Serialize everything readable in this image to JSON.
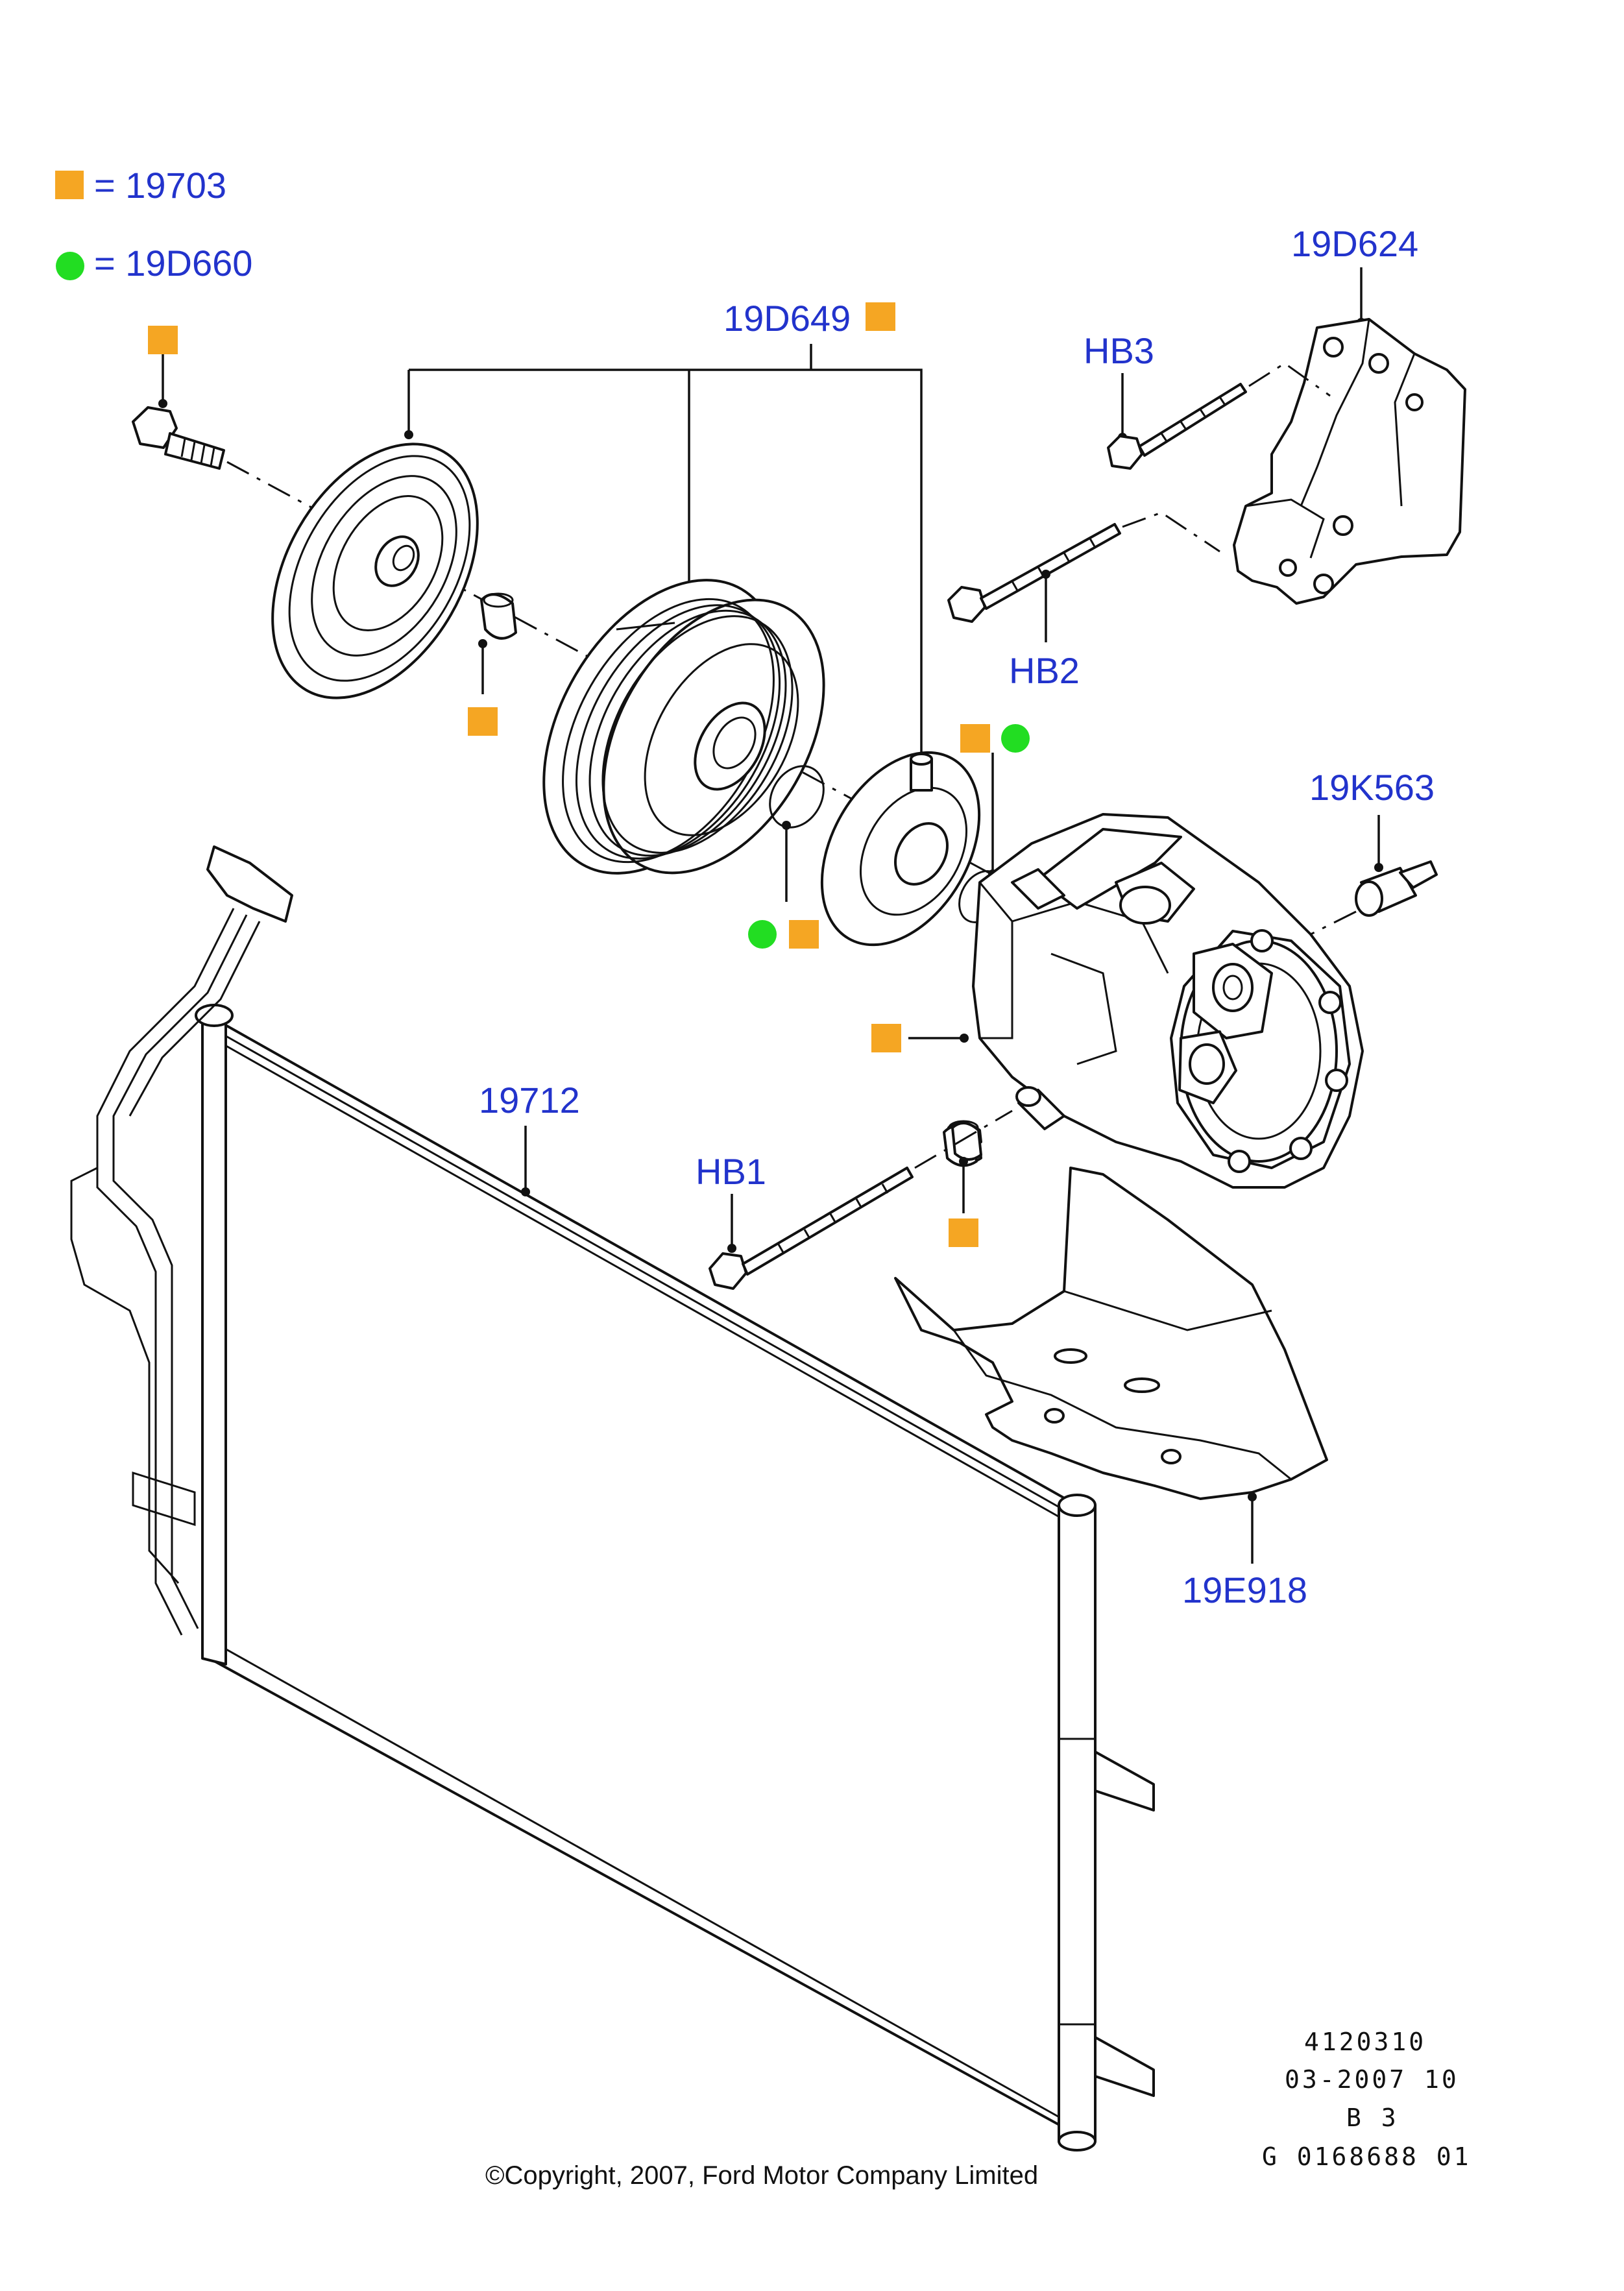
{
  "colors": {
    "label_text": "#2233cc",
    "square_marker": "#f5a623",
    "circle_marker": "#22dd22",
    "line_art": "#111111"
  },
  "legend": {
    "items": [
      {
        "marker": "orange-square",
        "text": "= 19703"
      },
      {
        "marker": "green-circle",
        "text": "= 19D660"
      }
    ]
  },
  "callouts": {
    "pulley_hub": "19D649",
    "mounting_bracket": "19D624",
    "bolt_hb3": "HB3",
    "bolt_hb2": "HB2",
    "pressure_switch": "19K563",
    "condenser": "19712",
    "bolt_hb1": "HB1",
    "heat_shield": "19E918"
  },
  "info_block": {
    "line1": "4120310",
    "line2": "03-2007 10",
    "line3": "B 3",
    "line4": "G 0168688 01"
  },
  "copyright": "©Copyright, 2007, Ford Motor Company Limited"
}
